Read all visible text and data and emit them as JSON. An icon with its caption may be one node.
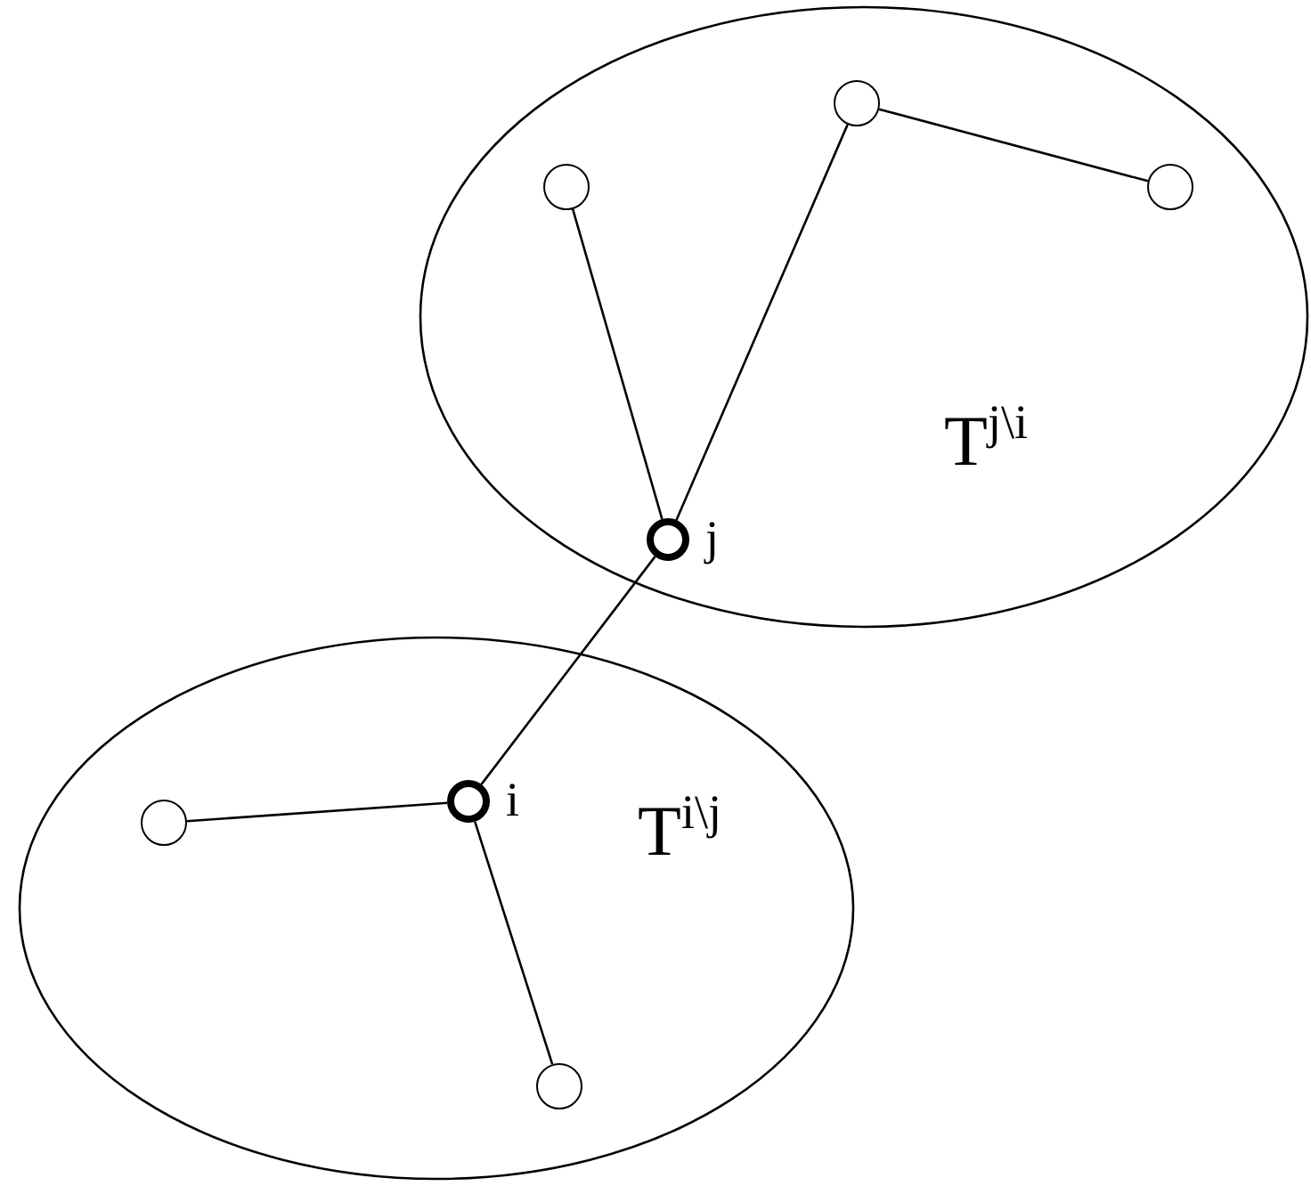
{
  "diagram": {
    "nodes": [
      {
        "text": [
          "T$^{j\\i}$"
        ]
      },
      {
        "text": [],
        "shape": "circle",
        "in": 0
      },
      {
        "text": [],
        "shape": "circle",
        "in": 0
      },
      {
        "text": [],
        "shape": "circle",
        "in": 0
      },
      {
        "text": [],
        "shape": "circle",
        "in": 0,
        "beside": [
          "j"
        ]
      },
      {
        "text": [
          "T$^{i\\j}$"
        ]
      },
      {
        "text": [],
        "shape": "circle",
        "in": 5
      },
      {
        "text": [],
        "shape": "circle",
        "in": 5,
        "beside": [
          "i"
        ]
      },
      {
        "text": [],
        "shape": "circle",
        "in": 5
      }
    ],
    "edges": [
      {
        "from": 2,
        "to": 4,
        "arrow": "none"
      },
      {
        "from": 1,
        "to": 4,
        "arrow": "none"
      },
      {
        "from": 1,
        "to": 3,
        "arrow": "none"
      },
      {
        "from": 4,
        "to": 7,
        "arrow": "none"
      },
      {
        "from": 6,
        "to": 7,
        "arrow": "none"
      },
      {
        "from": 7,
        "to": 8,
        "arrow": "none"
      }
    ]
  }
}
